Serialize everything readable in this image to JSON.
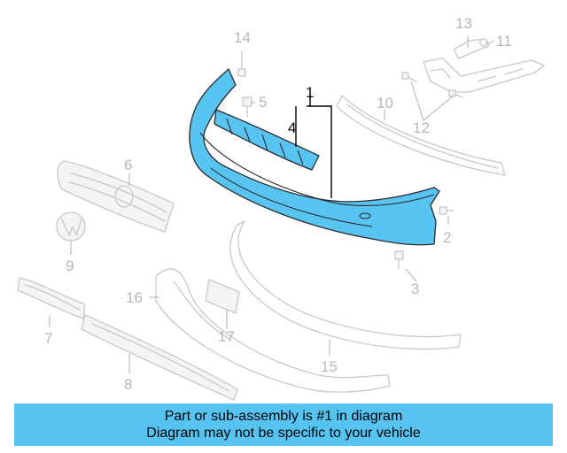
{
  "diagram": {
    "highlight_color": "#58c4f2",
    "ghost_color": "#c8c8c8",
    "callouts": {
      "c1": "1",
      "c2": "2",
      "c3": "3",
      "c4": "4",
      "c5": "5",
      "c6": "6",
      "c7": "7",
      "c8": "8",
      "c9": "9",
      "c10": "10",
      "c11": "11",
      "c12": "12",
      "c13": "13",
      "c14": "14",
      "c15": "15",
      "c16": "16",
      "c17": "17"
    }
  },
  "banner": {
    "line1": "Part or sub-assembly is #1 in diagram",
    "line2": "Diagram may not be specific to your vehicle",
    "color": "#57c3f1"
  }
}
